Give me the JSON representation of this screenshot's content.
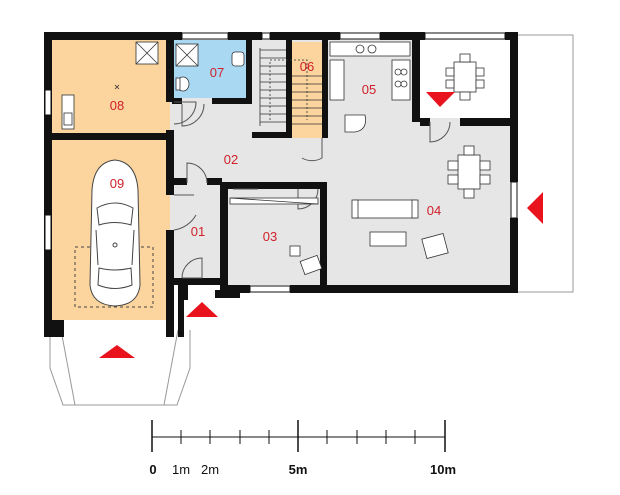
{
  "colors": {
    "wall": "#111111",
    "hall_floor": "#e6e6e6",
    "garage_floor": "#fbd49e",
    "bathroom_floor": "#a9d8f3",
    "stair_floor": "#fbd49e",
    "room_label": "#d0202a",
    "entrance_marker": "#e8131d",
    "furniture_line": "#555555"
  },
  "rooms": [
    {
      "id": "01",
      "label": "01"
    },
    {
      "id": "02",
      "label": "02"
    },
    {
      "id": "03",
      "label": "03"
    },
    {
      "id": "04",
      "label": "04"
    },
    {
      "id": "05",
      "label": "05"
    },
    {
      "id": "06",
      "label": "06"
    },
    {
      "id": "07",
      "label": "07"
    },
    {
      "id": "08",
      "label": "08"
    },
    {
      "id": "09",
      "label": "09"
    }
  ],
  "scale_bar": {
    "labels": [
      "0",
      "1m",
      "2m",
      "5m",
      "10m"
    ],
    "bold_labels": [
      "0",
      "5m",
      "10m"
    ]
  },
  "entrance_markers": [
    "garage",
    "front-door",
    "terrace-side",
    "dining-window"
  ]
}
